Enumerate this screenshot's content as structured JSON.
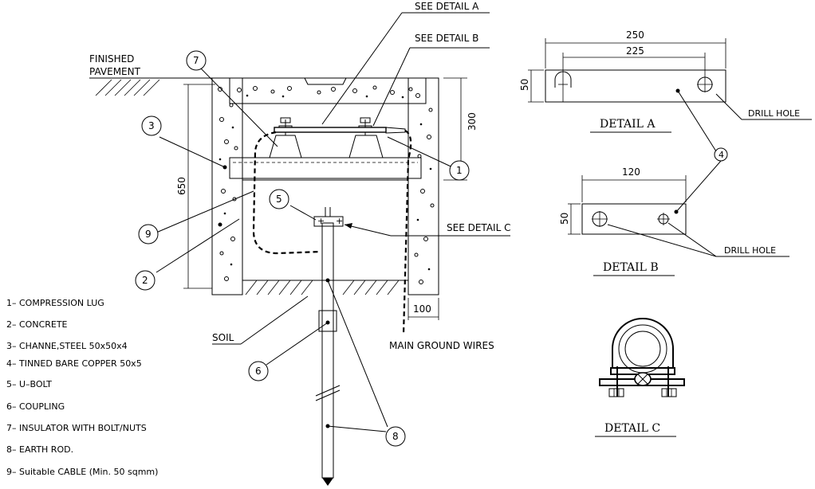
{
  "labels": {
    "see_detail_a": "SEE DETAIL A",
    "see_detail_b": "SEE DETAIL B",
    "see_detail_c": "SEE DETAIL C",
    "finished": "FINISHED",
    "pavement": "PAVEMENT",
    "soil": "SOIL",
    "main_ground_wires": "MAIN GROUND WIRES",
    "detail_a": "DETAIL A",
    "detail_b": "DETAIL B",
    "detail_c": "DETAIL C",
    "drill_hole": "DRILL HOLE"
  },
  "dimensions": {
    "d650": "650",
    "d300": "300",
    "d100": "100",
    "d250": "250",
    "d225": "225",
    "d120": "120",
    "d50a": "50",
    "d50b": "50"
  },
  "bubbles": [
    "1",
    "2",
    "3",
    "4",
    "5",
    "6",
    "7",
    "8",
    "9"
  ],
  "legend": [
    "1– COMPRESSION LUG",
    "2– CONCRETE",
    "3– CHANNE,STEEL 50x50x4",
    "4– TINNED BARE COPPER 50x5",
    "5– U–BOLT",
    "6– COUPLING",
    "7– INSULATOR WITH BOLT/NUTS",
    "8– EARTH ROD.",
    "9– Suitable CABLE (Min. 50 sqmm)"
  ]
}
